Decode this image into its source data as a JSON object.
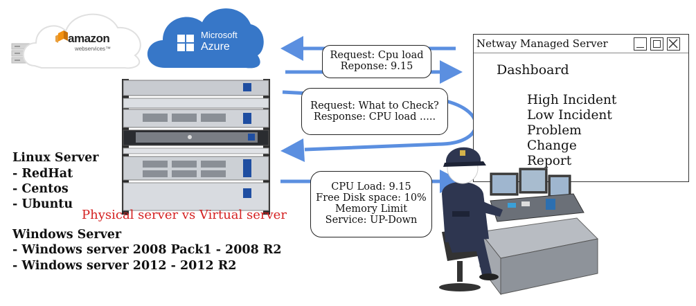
{
  "clouds": {
    "aws": {
      "main": "amazon",
      "sub": "webservices™"
    },
    "azure": {
      "line1": "Microsoft",
      "line2": "Azure"
    }
  },
  "bubbles": {
    "top": {
      "line1": "Request: Cpu load",
      "line2": "Reponse: 9.15"
    },
    "middle": {
      "line1": "Request: What to Check?",
      "line2": "Response: CPU load ....."
    },
    "bottom": {
      "line1": "CPU Load: 9.15",
      "line2": "Free Disk space: 10%",
      "line3": "Memory Limit",
      "line4": "Service: UP-Down"
    }
  },
  "linux": {
    "title": "Linux Server",
    "items": [
      "- RedHat",
      "- Centos",
      "- Ubuntu"
    ]
  },
  "windows": {
    "title": "Windows Server",
    "items": [
      "- Windows server 2008 Pack1 - 2008 R2",
      "- Windows server 2012 - 2012 R2"
    ]
  },
  "caption": "Physical server vs Virtual server",
  "window": {
    "title": "Netway Managed Server",
    "dashboard": "Dashboard",
    "items": [
      "High Incident",
      "Low Incident",
      "Problem",
      "Change",
      "Report"
    ]
  },
  "colors": {
    "arrow": "#5b8fe0",
    "azure": "#3777c8",
    "caption": "#d42020",
    "aws_orange": "#f29111"
  },
  "icons": {
    "aws": "aws-logo-icon",
    "azure": "azure-logo-icon",
    "windows": "windows-logo-icon",
    "rack": "server-rack-icon",
    "operator": "operator-figure-icon",
    "minimize": "minimize-icon",
    "maximize": "maximize-icon",
    "close": "close-icon"
  }
}
